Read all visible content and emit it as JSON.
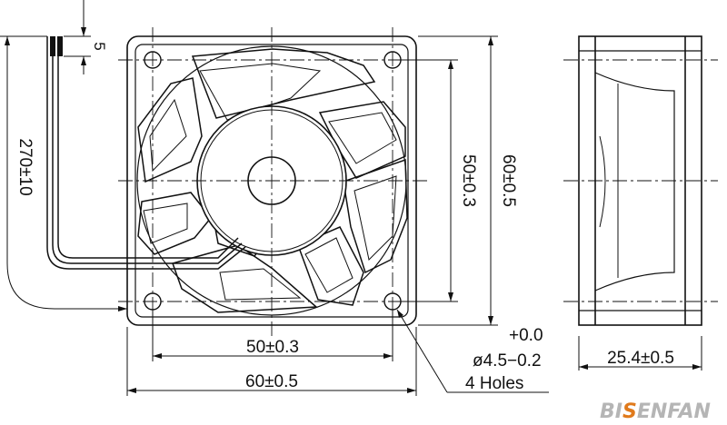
{
  "dimensions": {
    "bottom_inner": "50±0.3",
    "bottom_outer": "60±0.5",
    "right_inner": "50±0.3",
    "right_outer": "60±0.5",
    "cable_length": "270±10",
    "cable_offset": "5",
    "side_thickness": "25.4±0.5"
  },
  "holes": {
    "tol_upper": "+0.0",
    "diameter": "ø4.5−0.2",
    "count": "4 Holes"
  },
  "brand": {
    "prefix": "BI",
    "accent": "S",
    "suffix": "ENFAN"
  },
  "colors": {
    "line": "#111111",
    "brand_grey": "#b5b5b5",
    "brand_accent": "#e07a1c"
  }
}
